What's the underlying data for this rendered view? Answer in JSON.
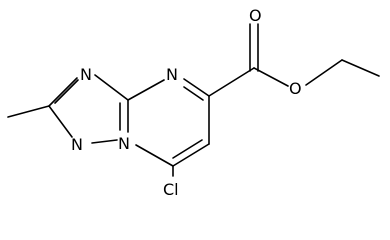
{
  "molecule": {
    "atoms": {
      "n_top_left": "N",
      "n_top_right": "N",
      "n_bottom_left": "N",
      "n_bridge": "N",
      "o_carbonyl": "O",
      "o_ester": "O",
      "cl": "Cl"
    }
  },
  "colors": {
    "bond": "#000000",
    "background": "#ffffff"
  }
}
